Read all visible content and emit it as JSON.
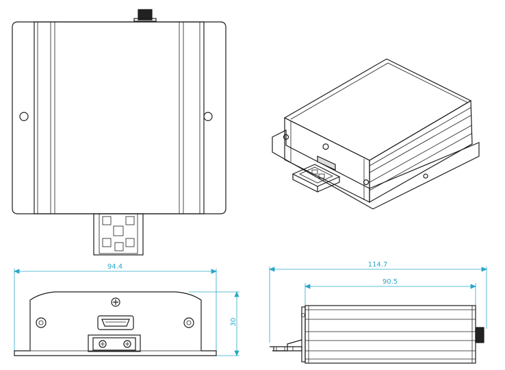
{
  "views": {
    "top": "top-view",
    "iso": "isometric-view",
    "front": "front-view",
    "side": "side-view"
  },
  "dimensions": {
    "front_width": "94.4",
    "front_height": "30",
    "side_total_length": "114.7",
    "side_body_length": "90.5"
  },
  "colors": {
    "outline": "#1a1a1a",
    "dimension": "#2aa6c9"
  }
}
